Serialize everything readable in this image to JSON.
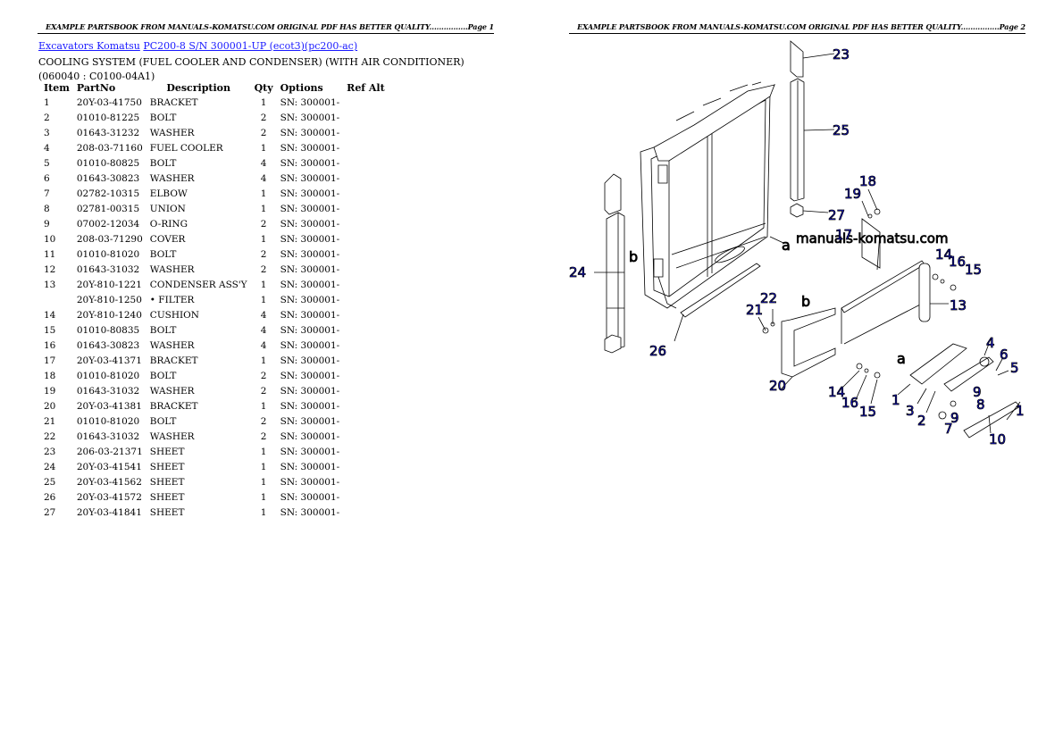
{
  "pages": {
    "left": {
      "header": "EXAMPLE PARTSBOOK FROM MANUALS-KOMATSU.COM ORIGINAL PDF HAS BETTER QUALITY................Page 1"
    },
    "right": {
      "header": "EXAMPLE PARTSBOOK FROM MANUALS-KOMATSU.COM ORIGINAL PDF HAS BETTER QUALITY................Page 2"
    }
  },
  "breadcrumb": {
    "category_link": "Excavators Komatsu",
    "model_link": "PC200-8 S/N 300001-UP (ecot3)(pc200-ac)"
  },
  "section_title": "COOLING SYSTEM (FUEL COOLER AND CONDENSER) (WITH AIR CONDITIONER)(060040 : C0100-04A1)",
  "table": {
    "headers": {
      "item": "Item",
      "partno": "PartNo",
      "description": "Description",
      "qty": "Qty",
      "options": "Options",
      "refalt": "Ref Alt"
    },
    "rows": [
      {
        "item": "1",
        "partno": "20Y-03-41750",
        "description": "BRACKET",
        "qty": "1",
        "options": "SN: 300001-"
      },
      {
        "item": "2",
        "partno": "01010-81225",
        "description": "BOLT",
        "qty": "2",
        "options": "SN: 300001-"
      },
      {
        "item": "3",
        "partno": "01643-31232",
        "description": "WASHER",
        "qty": "2",
        "options": "SN: 300001-"
      },
      {
        "item": "4",
        "partno": "208-03-71160",
        "description": "FUEL COOLER",
        "qty": "1",
        "options": "SN: 300001-"
      },
      {
        "item": "5",
        "partno": "01010-80825",
        "description": "BOLT",
        "qty": "4",
        "options": "SN: 300001-"
      },
      {
        "item": "6",
        "partno": "01643-30823",
        "description": "WASHER",
        "qty": "4",
        "options": "SN: 300001-"
      },
      {
        "item": "7",
        "partno": "02782-10315",
        "description": "ELBOW",
        "qty": "1",
        "options": "SN: 300001-"
      },
      {
        "item": "8",
        "partno": "02781-00315",
        "description": "UNION",
        "qty": "1",
        "options": "SN: 300001-"
      },
      {
        "item": "9",
        "partno": "07002-12034",
        "description": "O-RING",
        "qty": "2",
        "options": "SN: 300001-"
      },
      {
        "item": "10",
        "partno": "208-03-71290",
        "description": "COVER",
        "qty": "1",
        "options": "SN: 300001-"
      },
      {
        "item": "11",
        "partno": "01010-81020",
        "description": "BOLT",
        "qty": "2",
        "options": "SN: 300001-"
      },
      {
        "item": "12",
        "partno": "01643-31032",
        "description": "WASHER",
        "qty": "2",
        "options": "SN: 300001-"
      },
      {
        "item": "13",
        "partno": "20Y-810-1221",
        "description": "CONDENSER ASS'Y",
        "qty": "1",
        "options": "SN: 300001-"
      },
      {
        "item": "",
        "partno": "20Y-810-1250",
        "description": "• FILTER",
        "qty": "1",
        "options": "SN: 300001-"
      },
      {
        "item": "14",
        "partno": "20Y-810-1240",
        "description": "CUSHION",
        "qty": "4",
        "options": "SN: 300001-"
      },
      {
        "item": "15",
        "partno": "01010-80835",
        "description": "BOLT",
        "qty": "4",
        "options": "SN: 300001-"
      },
      {
        "item": "16",
        "partno": "01643-30823",
        "description": "WASHER",
        "qty": "4",
        "options": "SN: 300001-"
      },
      {
        "item": "17",
        "partno": "20Y-03-41371",
        "description": "BRACKET",
        "qty": "1",
        "options": "SN: 300001-"
      },
      {
        "item": "18",
        "partno": "01010-81020",
        "description": "BOLT",
        "qty": "2",
        "options": "SN: 300001-"
      },
      {
        "item": "19",
        "partno": "01643-31032",
        "description": "WASHER",
        "qty": "2",
        "options": "SN: 300001-"
      },
      {
        "item": "20",
        "partno": "20Y-03-41381",
        "description": "BRACKET",
        "qty": "1",
        "options": "SN: 300001-"
      },
      {
        "item": "21",
        "partno": "01010-81020",
        "description": "BOLT",
        "qty": "2",
        "options": "SN: 300001-"
      },
      {
        "item": "22",
        "partno": "01643-31032",
        "description": "WASHER",
        "qty": "2",
        "options": "SN: 300001-"
      },
      {
        "item": "23",
        "partno": "206-03-21371",
        "description": "SHEET",
        "qty": "1",
        "options": "SN: 300001-"
      },
      {
        "item": "24",
        "partno": "20Y-03-41541",
        "description": "SHEET",
        "qty": "1",
        "options": "SN: 300001-"
      },
      {
        "item": "25",
        "partno": "20Y-03-41562",
        "description": "SHEET",
        "qty": "1",
        "options": "SN: 300001-"
      },
      {
        "item": "26",
        "partno": "20Y-03-41572",
        "description": "SHEET",
        "qty": "1",
        "options": "SN: 300001-"
      },
      {
        "item": "27",
        "partno": "20Y-03-41841",
        "description": "SHEET",
        "qty": "1",
        "options": "SN: 300001-"
      }
    ]
  },
  "diagram": {
    "watermark": "manuals-komatsu.com",
    "callouts": [
      "23",
      "25",
      "18",
      "19",
      "27",
      "17",
      "24",
      "14",
      "16",
      "15",
      "22",
      "21",
      "13",
      "26",
      "20",
      "4",
      "6",
      "5",
      "1",
      "3",
      "2",
      "9",
      "8",
      "7",
      "9",
      "10",
      "1",
      "14",
      "16",
      "15"
    ],
    "letters": [
      "a",
      "b",
      "b",
      "a"
    ],
    "link_color": "#1a1aff",
    "callout_color": "#1a1aff"
  }
}
